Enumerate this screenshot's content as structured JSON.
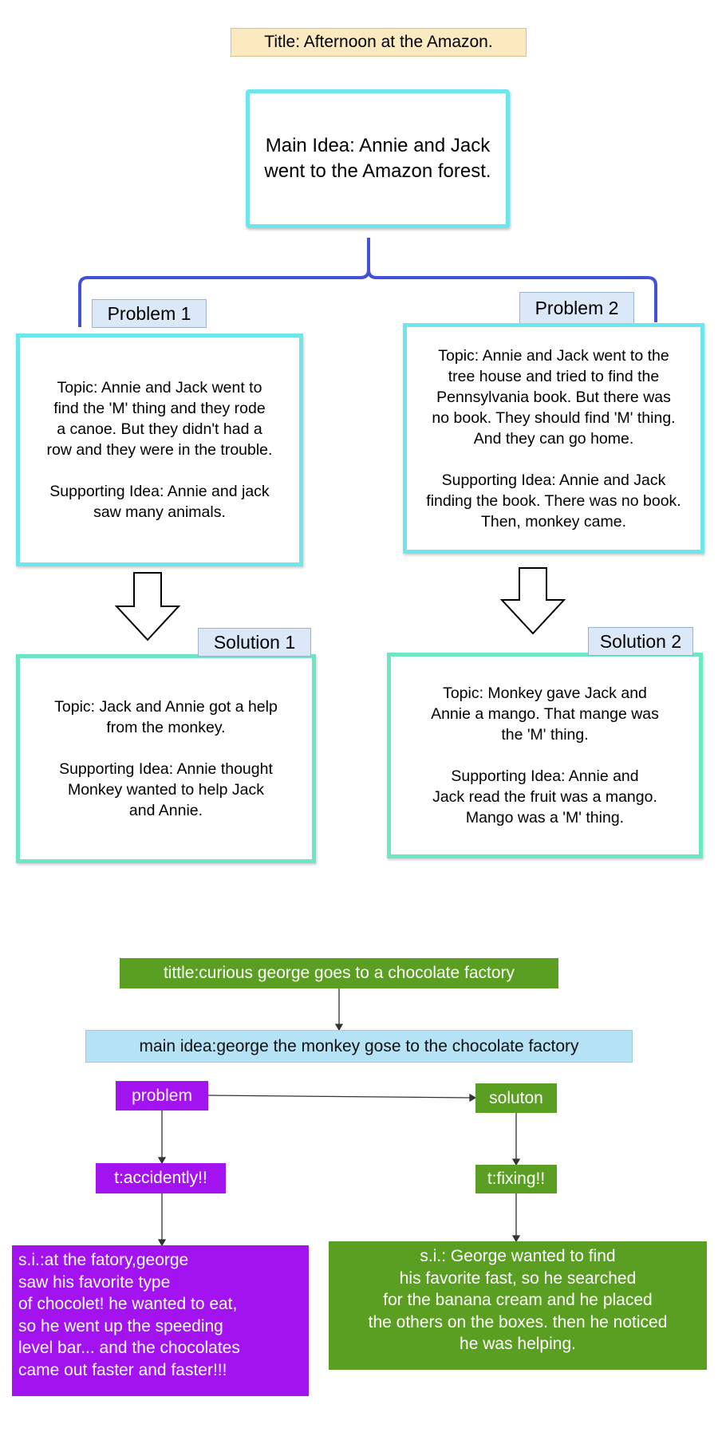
{
  "diagram1": {
    "title": "Title: Afternoon at the Amazon.",
    "main_idea": "Main Idea: Annie and Jack\nwent to the Amazon forest.",
    "problem1": {
      "label": "Problem 1",
      "text": "Topic: Annie and Jack went to\nfind the 'M' thing and they rode\na canoe. But they didn't had a\nrow and they were in the trouble.\n\nSupporting Idea: Annie and jack\nsaw many animals."
    },
    "problem2": {
      "label": "Problem 2",
      "text": "Topic: Annie and Jack went to the\ntree house and tried to find the\nPennsylvania book. But there was\nno book. They should find 'M' thing.\nAnd they can go home.\n\nSupporting Idea: Annie and Jack\nfinding the book. There was no book.\nThen, monkey came."
    },
    "solution1": {
      "label": "Solution 1",
      "text": "Topic: Jack and Annie got a help\nfrom the monkey.\n\nSupporting Idea: Annie thought\nMonkey wanted to help Jack\nand Annie."
    },
    "solution2": {
      "label": "Solution 2",
      "text": "Topic: Monkey gave Jack and\nAnnie a mango. That mange was\nthe 'M' thing.\n\nSupporting Idea: Annie and\nJack read the fruit was a mango.\nMango was a 'M' thing."
    }
  },
  "diagram2": {
    "title": "tittle:curious george goes to a chocolate factory",
    "main_idea": "main idea:george the monkey gose to the chocolate factory",
    "problem": "problem",
    "solution": "soluton",
    "problem_topic": "t:accidently!!",
    "solution_topic": "t:fixing!!",
    "problem_si": "s.i.:at the fatory,george\nsaw his favorite type\nof chocolet! he wanted to eat,\nso he went up the speeding\n level bar... and the chocolates\n came out faster and faster!!!",
    "solution_si": "s.i.: George wanted to find\nhis favorite fast, so he searched\nfor the banana cream and he placed\nthe others on the boxes. then he noticed\nhe was helping."
  },
  "colors": {
    "title1_bg": "#fbe9c0",
    "box_border": "#6ee6ec",
    "solution_border": "#6ee6c4",
    "tag_bg": "#dbe8f8",
    "connector_blue": "#4450d8",
    "purple": "#a213f0",
    "green": "#5a9e22",
    "light_blue": "#b6e2f6"
  }
}
